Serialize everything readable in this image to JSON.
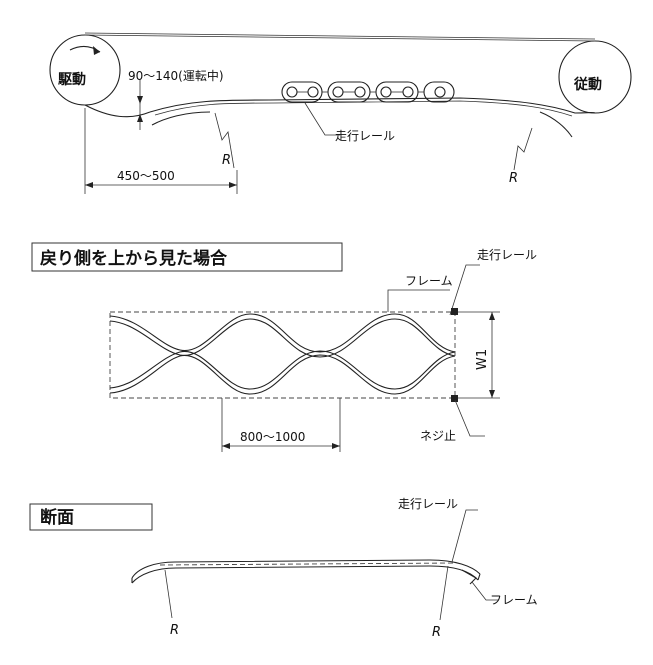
{
  "top_view": {
    "drive_label": "駆動",
    "driven_label": "従動",
    "gap_label": "90～140(運転中)",
    "rail_label": "走行レール",
    "length_label": "450～500",
    "radius_left": "R",
    "radius_right": "R"
  },
  "return_view": {
    "title": "戻り側を上から見た場合",
    "frame_label": "フレーム",
    "rail_label": "走行レール",
    "width_label": "W1",
    "screw_label": "ネジ止",
    "pitch_label": "800～1000"
  },
  "section_view": {
    "title": "断面",
    "rail_label": "走行レール",
    "frame_label": "フレーム",
    "radius_left": "R",
    "radius_right": "R"
  }
}
